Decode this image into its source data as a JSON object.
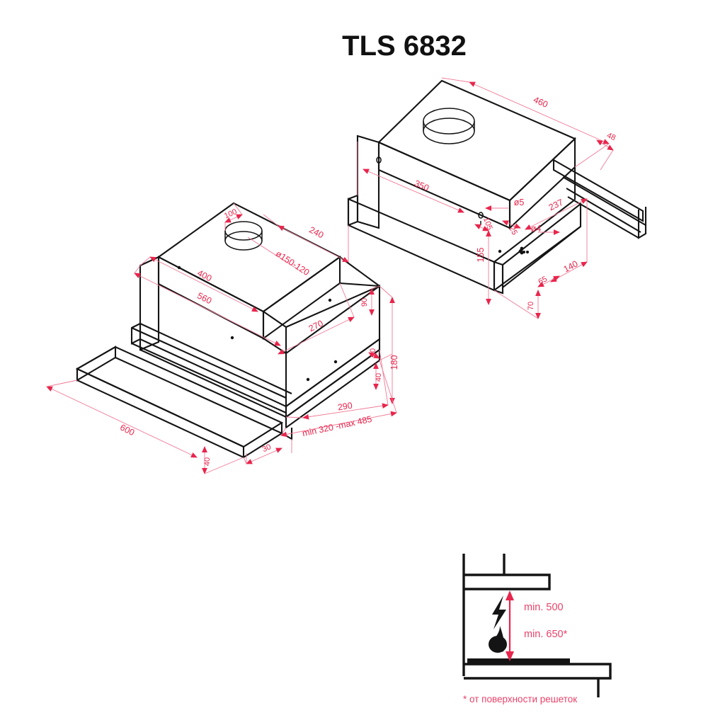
{
  "page": {
    "title": "TLS 6832",
    "background_color": "#ffffff",
    "dimension_color": "#e8254c",
    "outline_color": "#141414",
    "note_color": "#e8436a"
  },
  "drawing_left": {
    "name": "telescopic-hood-isometric-front-left",
    "dimensions": {
      "d_100": "100",
      "d_240": "240",
      "d_diam_150_120": "ø150-120",
      "d_400": "400",
      "d_560": "560",
      "d_90": "90",
      "d_270": "270",
      "d_20": "20",
      "d_40_right": "40",
      "d_180": "180",
      "d_290": "290",
      "d_min_max": "min 320 -max 485",
      "d_30": "30",
      "d_40_bottom": "40",
      "d_600": "600"
    }
  },
  "drawing_right": {
    "name": "telescopic-hood-isometric-rear-right",
    "dimensions": {
      "d_460": "460",
      "d_48": "48",
      "d_350": "350",
      "d_diam_5": "ø5",
      "d_237": "237",
      "d_105": "105",
      "d_25": "25",
      "d_diam_4": "ø4",
      "d_155": "155",
      "d_140": "140",
      "d_65": "65",
      "d_70": "70"
    }
  },
  "installation_diagram": {
    "name": "minimum-installation-height-diagram",
    "electric_label": "min. 500",
    "gas_label": "min. 650*",
    "footnote": "* от поверхности решеток",
    "electric_icon": "lightning-bolt-icon",
    "gas_icon": "flame-icon"
  }
}
